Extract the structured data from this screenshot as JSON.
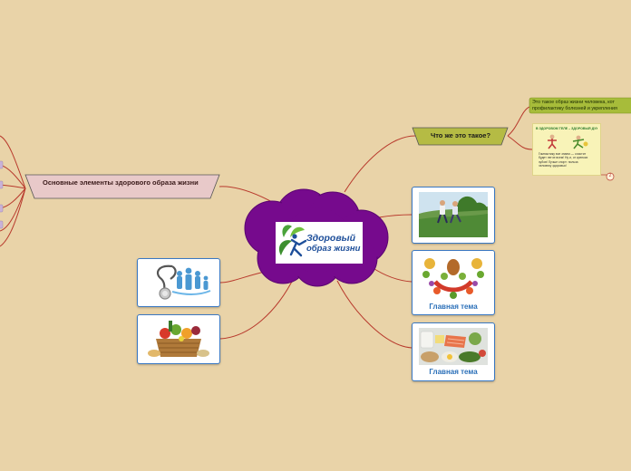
{
  "central": {
    "logo_line1": "Здоровый",
    "logo_line2": "образ жизни"
  },
  "topics": {
    "what_is_it": "Что же это такое?",
    "basic_elements": "Основные элементы здорового образа жизни"
  },
  "notes": {
    "definition": "Это такое образ жизни человека, кот профилактику болезней и укрепления",
    "poster_title": "В ЗДОРОВОМ ТЕЛЕ – ЗДОРОВЫЙ ДУХ",
    "poster_text": "Гимнастику все знаем — очистит будет легче всем! Ну и, от крепких зубов! Лучше спорт: польза человеку здоровья!",
    "comment_count": "2"
  },
  "cards": {
    "running": {
      "image": "couple-running-photo",
      "label": ""
    },
    "fruit_face": {
      "image": "fruit-vegetable-face-photo",
      "label": "Главная тема"
    },
    "healthy_food": {
      "image": "healthy-food-photo",
      "label": "Главная тема"
    },
    "doctor": {
      "image": "stethoscope-family-icon",
      "label": ""
    },
    "groceries": {
      "image": "grocery-basket-photo",
      "label": ""
    }
  },
  "colors": {
    "background": "#e9d3a8",
    "central_bubble": "#760a8d",
    "branch_line": "#b83a2d",
    "what_is_topic": "#b5bb44",
    "elements_topic": "#e8c9c9",
    "definition_note": "#a7bc3a",
    "card_border": "#3a78c2",
    "card_label": "#2a6fb8"
  }
}
